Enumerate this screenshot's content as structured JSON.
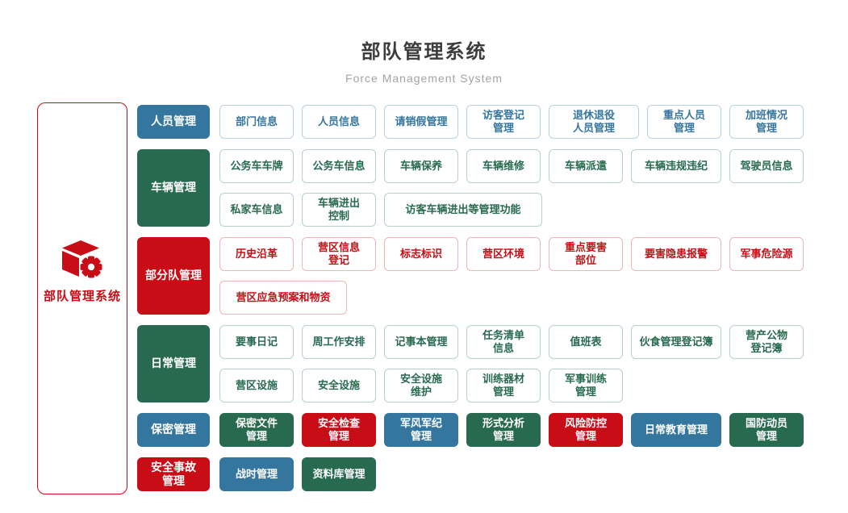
{
  "header": {
    "title": "部队管理系统",
    "subtitle": "Force Management System"
  },
  "root": {
    "label": "部队管理系统",
    "icon": "cube-gear-icon"
  },
  "colors": {
    "blue": "#35769f",
    "green": "#276a50",
    "red": "#c80d16"
  },
  "rows": [
    {
      "name": "personnel",
      "header": {
        "label": "人员管理",
        "color": "blue"
      },
      "items": [
        {
          "label": "部门信息",
          "color": "blue"
        },
        {
          "label": "人员信息",
          "color": "blue"
        },
        {
          "label": "请销假管理",
          "color": "blue"
        },
        {
          "label": "访客登记\n管理",
          "color": "blue"
        },
        {
          "label": "退休退役\n人员管理",
          "color": "blue",
          "size": "lg"
        },
        {
          "label": "重点人员\n管理",
          "color": "blue"
        },
        {
          "label": "加班情况\n管理",
          "color": "blue"
        }
      ]
    },
    {
      "name": "vehicle",
      "header": {
        "label": "车辆管理",
        "color": "green"
      },
      "items": [
        {
          "label": "公务车车牌",
          "color": "green"
        },
        {
          "label": "公务车信息",
          "color": "green"
        },
        {
          "label": "车辆保养",
          "color": "green"
        },
        {
          "label": "车辆维修",
          "color": "green"
        },
        {
          "label": "车辆派遣",
          "color": "green"
        },
        {
          "label": "车辆违规违纪",
          "color": "green",
          "size": "lg"
        },
        {
          "label": "驾驶员信息",
          "color": "green"
        },
        {
          "label": "私家车信息",
          "color": "green"
        },
        {
          "label": "车辆进出\n控制",
          "color": "green"
        },
        {
          "label": "访客车辆进出等管理功能",
          "color": "green",
          "size": "xl"
        }
      ]
    },
    {
      "name": "unit",
      "header": {
        "label": "部分队管理",
        "color": "red"
      },
      "items": [
        {
          "label": "历史沿革",
          "color": "red"
        },
        {
          "label": "营区信息\n登记",
          "color": "red"
        },
        {
          "label": "标志标识",
          "color": "red"
        },
        {
          "label": "营区环境",
          "color": "red"
        },
        {
          "label": "重点要害\n部位",
          "color": "red"
        },
        {
          "label": "要害隐患报警",
          "color": "red",
          "size": "lg"
        },
        {
          "label": "军事危险源",
          "color": "red"
        },
        {
          "label": "营区应急预案和物资",
          "color": "red",
          "size": "xl2"
        }
      ]
    },
    {
      "name": "daily",
      "header": {
        "label": "日常管理",
        "color": "green"
      },
      "items": [
        {
          "label": "要事日记",
          "color": "green"
        },
        {
          "label": "周工作安排",
          "color": "green"
        },
        {
          "label": "记事本管理",
          "color": "green"
        },
        {
          "label": "任务清单\n信息",
          "color": "green"
        },
        {
          "label": "值班表",
          "color": "green"
        },
        {
          "label": "伙食管理登记簿",
          "color": "green",
          "size": "lg"
        },
        {
          "label": "营产公物\n登记簿",
          "color": "green"
        },
        {
          "label": "营区设施",
          "color": "green"
        },
        {
          "label": "安全设施",
          "color": "green"
        },
        {
          "label": "安全设施\n维护",
          "color": "green"
        },
        {
          "label": "训练器材\n管理",
          "color": "green"
        },
        {
          "label": "军事训练\n管理",
          "color": "green"
        }
      ]
    },
    {
      "name": "secrecy",
      "header": {
        "label": "保密管理",
        "color": "blue"
      },
      "items": [
        {
          "label": "保密文件\n管理",
          "color": "green",
          "solid": true
        },
        {
          "label": "安全检查\n管理",
          "color": "red",
          "solid": true
        },
        {
          "label": "军风军纪\n管理",
          "color": "blue",
          "solid": true
        },
        {
          "label": "形式分析\n管理",
          "color": "green",
          "solid": true
        },
        {
          "label": "风险防控\n管理",
          "color": "red",
          "solid": true
        },
        {
          "label": "日常教育管理",
          "color": "blue",
          "solid": true,
          "size": "lg"
        },
        {
          "label": "国防动员\n管理",
          "color": "green",
          "solid": true
        }
      ]
    },
    {
      "name": "accident",
      "header": {
        "label": "安全事故\n管理",
        "color": "red"
      },
      "items": [
        {
          "label": "战时管理",
          "color": "blue",
          "solid": true
        },
        {
          "label": "资料库管理",
          "color": "green",
          "solid": true
        }
      ]
    }
  ]
}
